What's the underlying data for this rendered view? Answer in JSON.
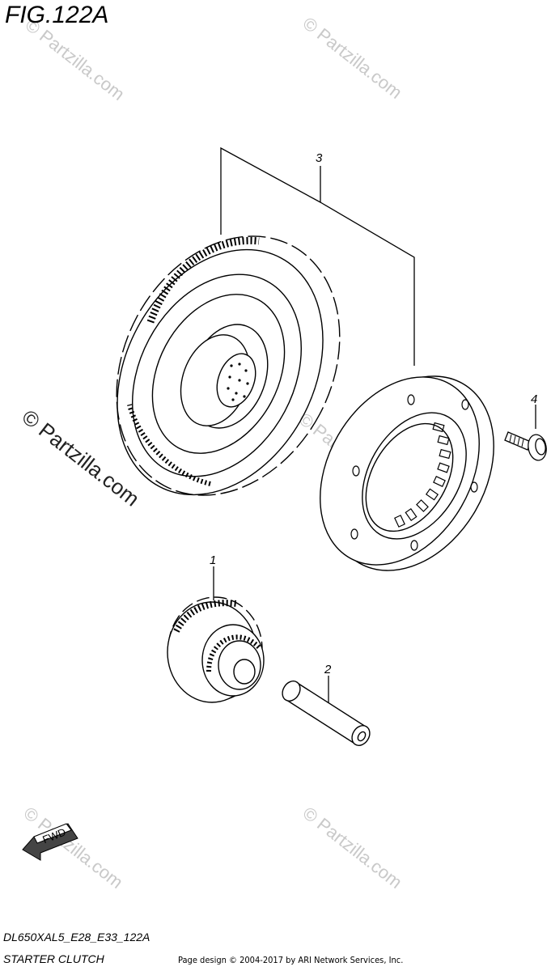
{
  "figure": {
    "title": "FIG.122A",
    "model_code": "DL650XAL5_E28_E33_122A",
    "section_name": "STARTER CLUTCH",
    "credit": "Page design © 2004-2017 by ARI Network Services, Inc."
  },
  "watermark": {
    "text": "© Partzilla.com",
    "color": "#c9c9c9",
    "dark_color": "#222222"
  },
  "callouts": [
    "1",
    "2",
    "3",
    "4"
  ],
  "direction_badge": {
    "label": "FWD"
  },
  "parts": [
    {
      "ref": "3",
      "component": "starter-driven-gear"
    },
    {
      "ref": "3",
      "component": "one-way-clutch-housing"
    },
    {
      "ref": "4",
      "component": "bolt"
    },
    {
      "ref": "1",
      "component": "idle-gear"
    },
    {
      "ref": "2",
      "component": "shaft"
    }
  ]
}
